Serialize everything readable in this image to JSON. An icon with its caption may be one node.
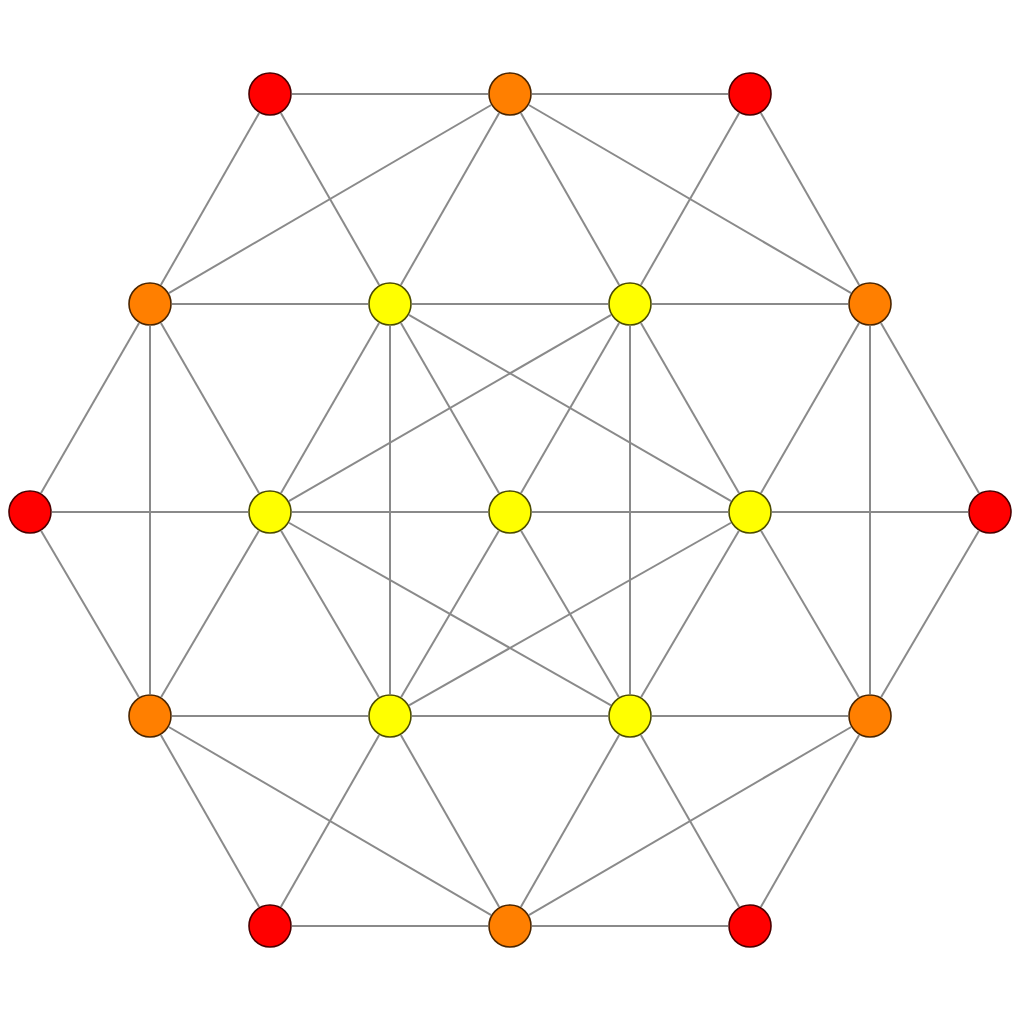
{
  "diagram": {
    "nodes": [
      {
        "text": [],
        "shape": "circle"
      },
      {
        "text": [],
        "shape": "circle"
      },
      {
        "text": [],
        "shape": "circle"
      },
      {
        "text": [],
        "shape": "circle"
      },
      {
        "text": [],
        "shape": "circle"
      },
      {
        "text": [],
        "shape": "circle"
      },
      {
        "text": [],
        "shape": "circle"
      },
      {
        "text": [],
        "shape": "circle"
      },
      {
        "text": [],
        "shape": "circle"
      },
      {
        "text": [],
        "shape": "circle"
      },
      {
        "text": [],
        "shape": "circle"
      },
      {
        "text": [],
        "shape": "circle"
      },
      {
        "text": [],
        "shape": "circle"
      },
      {
        "text": [],
        "shape": "circle"
      },
      {
        "text": [],
        "shape": "circle"
      },
      {
        "text": [],
        "shape": "circle"
      },
      {
        "text": [],
        "shape": "circle"
      },
      {
        "text": [],
        "shape": "circle"
      },
      {
        "text": [],
        "shape": "circle"
      }
    ],
    "edges": [
      {
        "from": 0,
        "to": 1,
        "arrow": "none"
      },
      {
        "from": 0,
        "to": 3,
        "arrow": "none"
      },
      {
        "from": 0,
        "to": 4,
        "arrow": "none"
      },
      {
        "from": 1,
        "to": 2,
        "arrow": "none"
      },
      {
        "from": 1,
        "to": 3,
        "arrow": "none"
      },
      {
        "from": 1,
        "to": 4,
        "arrow": "none"
      },
      {
        "from": 1,
        "to": 5,
        "arrow": "none"
      },
      {
        "from": 1,
        "to": 6,
        "arrow": "none"
      },
      {
        "from": 2,
        "to": 5,
        "arrow": "none"
      },
      {
        "from": 2,
        "to": 6,
        "arrow": "none"
      },
      {
        "from": 3,
        "to": 4,
        "arrow": "none"
      },
      {
        "from": 3,
        "to": 7,
        "arrow": "none"
      },
      {
        "from": 3,
        "to": 8,
        "arrow": "none"
      },
      {
        "from": 3,
        "to": 12,
        "arrow": "none"
      },
      {
        "from": 4,
        "to": 5,
        "arrow": "none"
      },
      {
        "from": 4,
        "to": 8,
        "arrow": "none"
      },
      {
        "from": 4,
        "to": 9,
        "arrow": "none"
      },
      {
        "from": 4,
        "to": 10,
        "arrow": "none"
      },
      {
        "from": 4,
        "to": 13,
        "arrow": "none"
      },
      {
        "from": 5,
        "to": 6,
        "arrow": "none"
      },
      {
        "from": 5,
        "to": 8,
        "arrow": "none"
      },
      {
        "from": 5,
        "to": 9,
        "arrow": "none"
      },
      {
        "from": 5,
        "to": 10,
        "arrow": "none"
      },
      {
        "from": 5,
        "to": 14,
        "arrow": "none"
      },
      {
        "from": 6,
        "to": 10,
        "arrow": "none"
      },
      {
        "from": 6,
        "to": 11,
        "arrow": "none"
      },
      {
        "from": 6,
        "to": 15,
        "arrow": "none"
      },
      {
        "from": 7,
        "to": 8,
        "arrow": "none"
      },
      {
        "from": 7,
        "to": 12,
        "arrow": "none"
      },
      {
        "from": 8,
        "to": 9,
        "arrow": "none"
      },
      {
        "from": 8,
        "to": 12,
        "arrow": "none"
      },
      {
        "from": 8,
        "to": 13,
        "arrow": "none"
      },
      {
        "from": 8,
        "to": 14,
        "arrow": "none"
      },
      {
        "from": 9,
        "to": 10,
        "arrow": "none"
      },
      {
        "from": 9,
        "to": 13,
        "arrow": "none"
      },
      {
        "from": 9,
        "to": 14,
        "arrow": "none"
      },
      {
        "from": 10,
        "to": 11,
        "arrow": "none"
      },
      {
        "from": 10,
        "to": 13,
        "arrow": "none"
      },
      {
        "from": 10,
        "to": 14,
        "arrow": "none"
      },
      {
        "from": 10,
        "to": 15,
        "arrow": "none"
      },
      {
        "from": 11,
        "to": 15,
        "arrow": "none"
      },
      {
        "from": 12,
        "to": 13,
        "arrow": "none"
      },
      {
        "from": 12,
        "to": 16,
        "arrow": "none"
      },
      {
        "from": 12,
        "to": 17,
        "arrow": "none"
      },
      {
        "from": 13,
        "to": 14,
        "arrow": "none"
      },
      {
        "from": 13,
        "to": 16,
        "arrow": "none"
      },
      {
        "from": 13,
        "to": 17,
        "arrow": "none"
      },
      {
        "from": 14,
        "to": 15,
        "arrow": "none"
      },
      {
        "from": 14,
        "to": 17,
        "arrow": "none"
      },
      {
        "from": 14,
        "to": 18,
        "arrow": "none"
      },
      {
        "from": 15,
        "to": 17,
        "arrow": "none"
      },
      {
        "from": 15,
        "to": 18,
        "arrow": "none"
      },
      {
        "from": 16,
        "to": 17,
        "arrow": "none"
      },
      {
        "from": 17,
        "to": 18,
        "arrow": "none"
      }
    ]
  }
}
